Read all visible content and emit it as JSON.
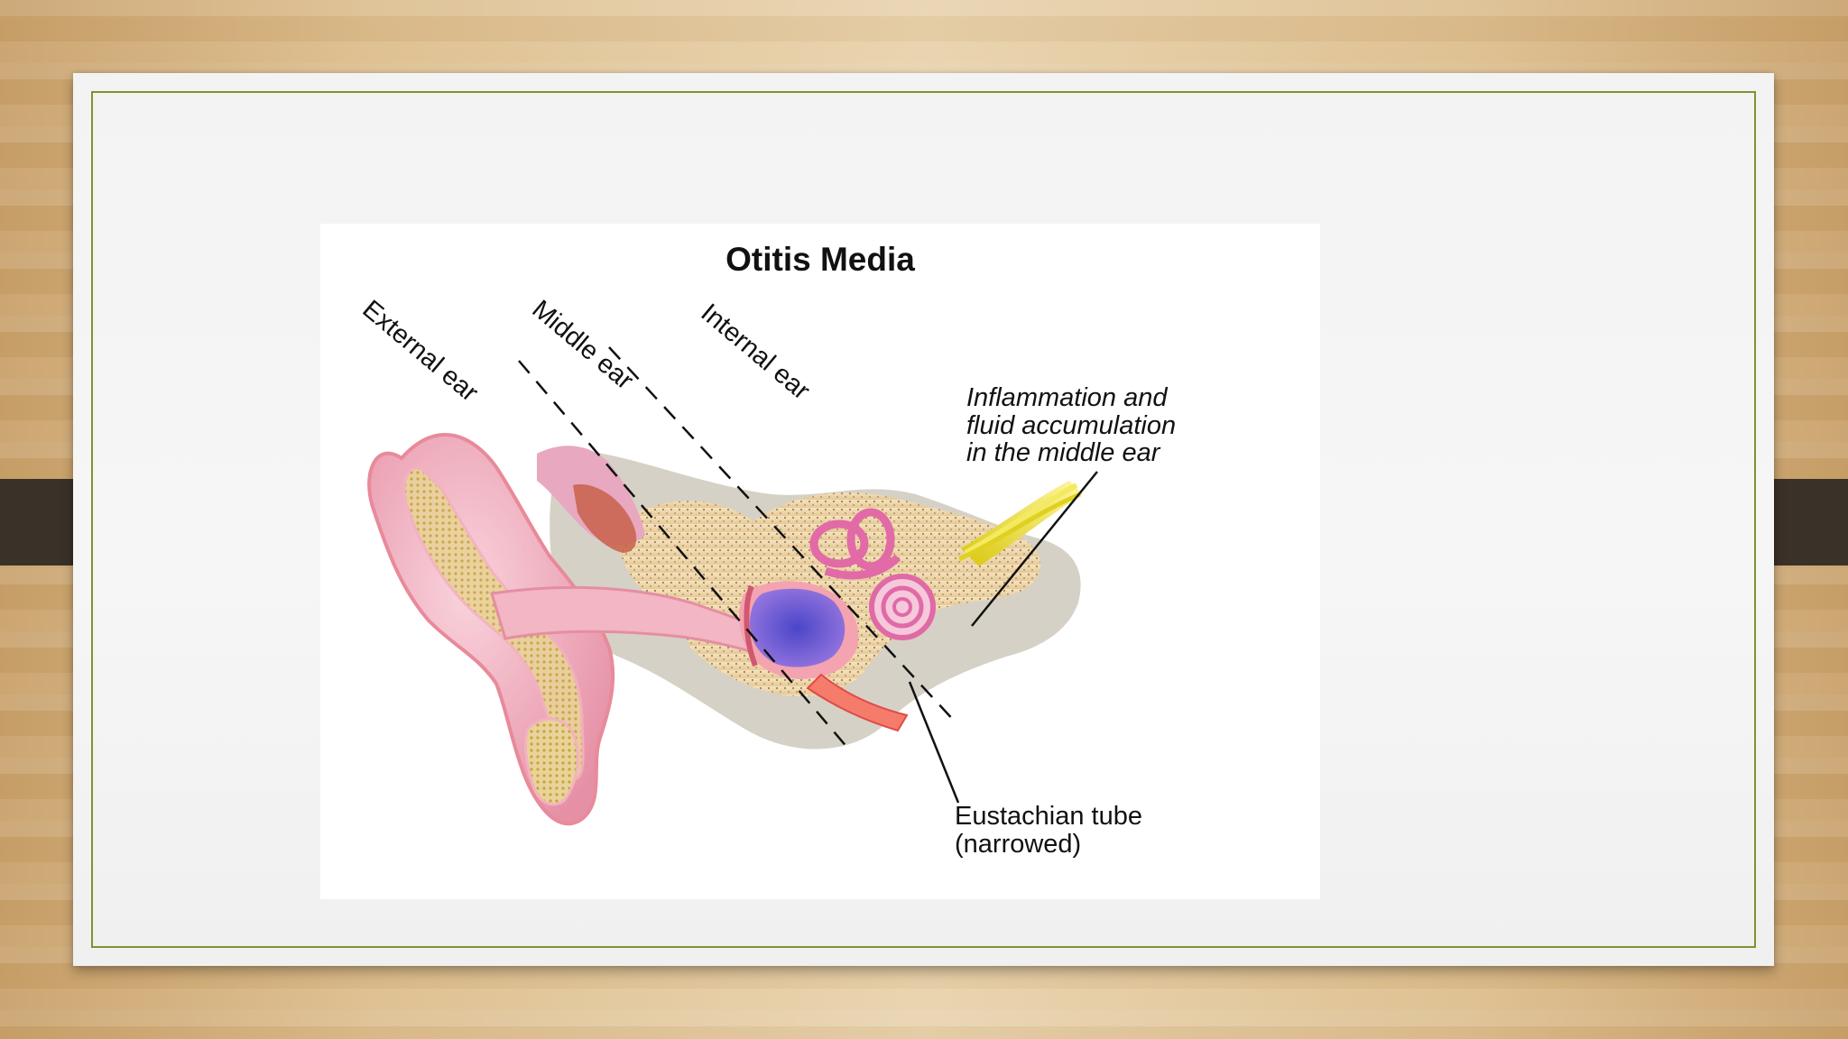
{
  "diagram": {
    "title": "Otitis Media",
    "regions": {
      "external": "External ear",
      "middle": "Middle ear",
      "internal": "Internal ear"
    },
    "callouts": {
      "inflammation": [
        "Inflammation and",
        "fluid accumulation",
        "in the middle ear"
      ],
      "eustachian": [
        "Eustachian tube",
        "(narrowed)"
      ]
    }
  },
  "colors": {
    "slide_border": "#7e9330",
    "side_tab": "#3a3128",
    "ear_skin": "#f0aab8",
    "cartilage": "#d9c247",
    "fluid": "#6a5fd8",
    "nerve": "#e8e020"
  }
}
